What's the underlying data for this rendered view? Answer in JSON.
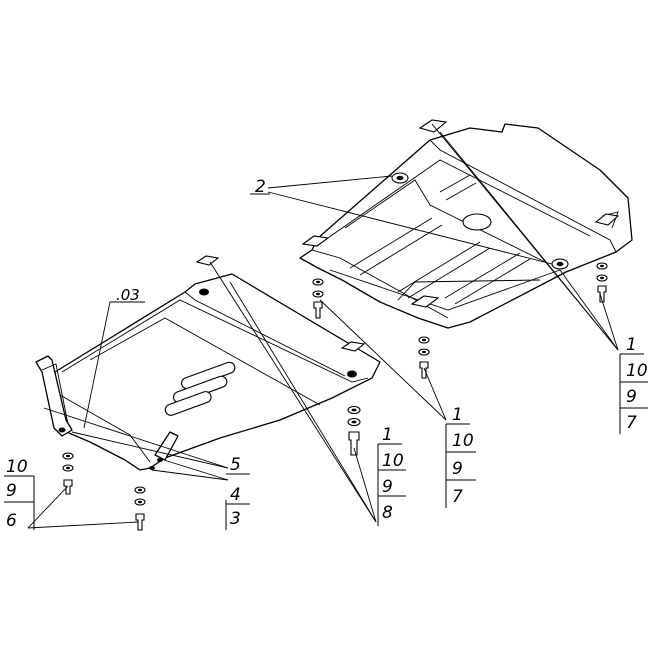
{
  "labels": {
    "part_03": ".03",
    "part_2": "2",
    "part_5": "5",
    "part_4": "4",
    "part_3": "3",
    "part_8": "8",
    "left_stack": [
      "10",
      "9",
      "6"
    ],
    "center_stack": [
      "1",
      "10",
      "9",
      "8"
    ],
    "middle_stack": [
      "1",
      "10",
      "9",
      "7"
    ],
    "right_stack": [
      "1",
      "10",
      "9",
      "7"
    ]
  }
}
